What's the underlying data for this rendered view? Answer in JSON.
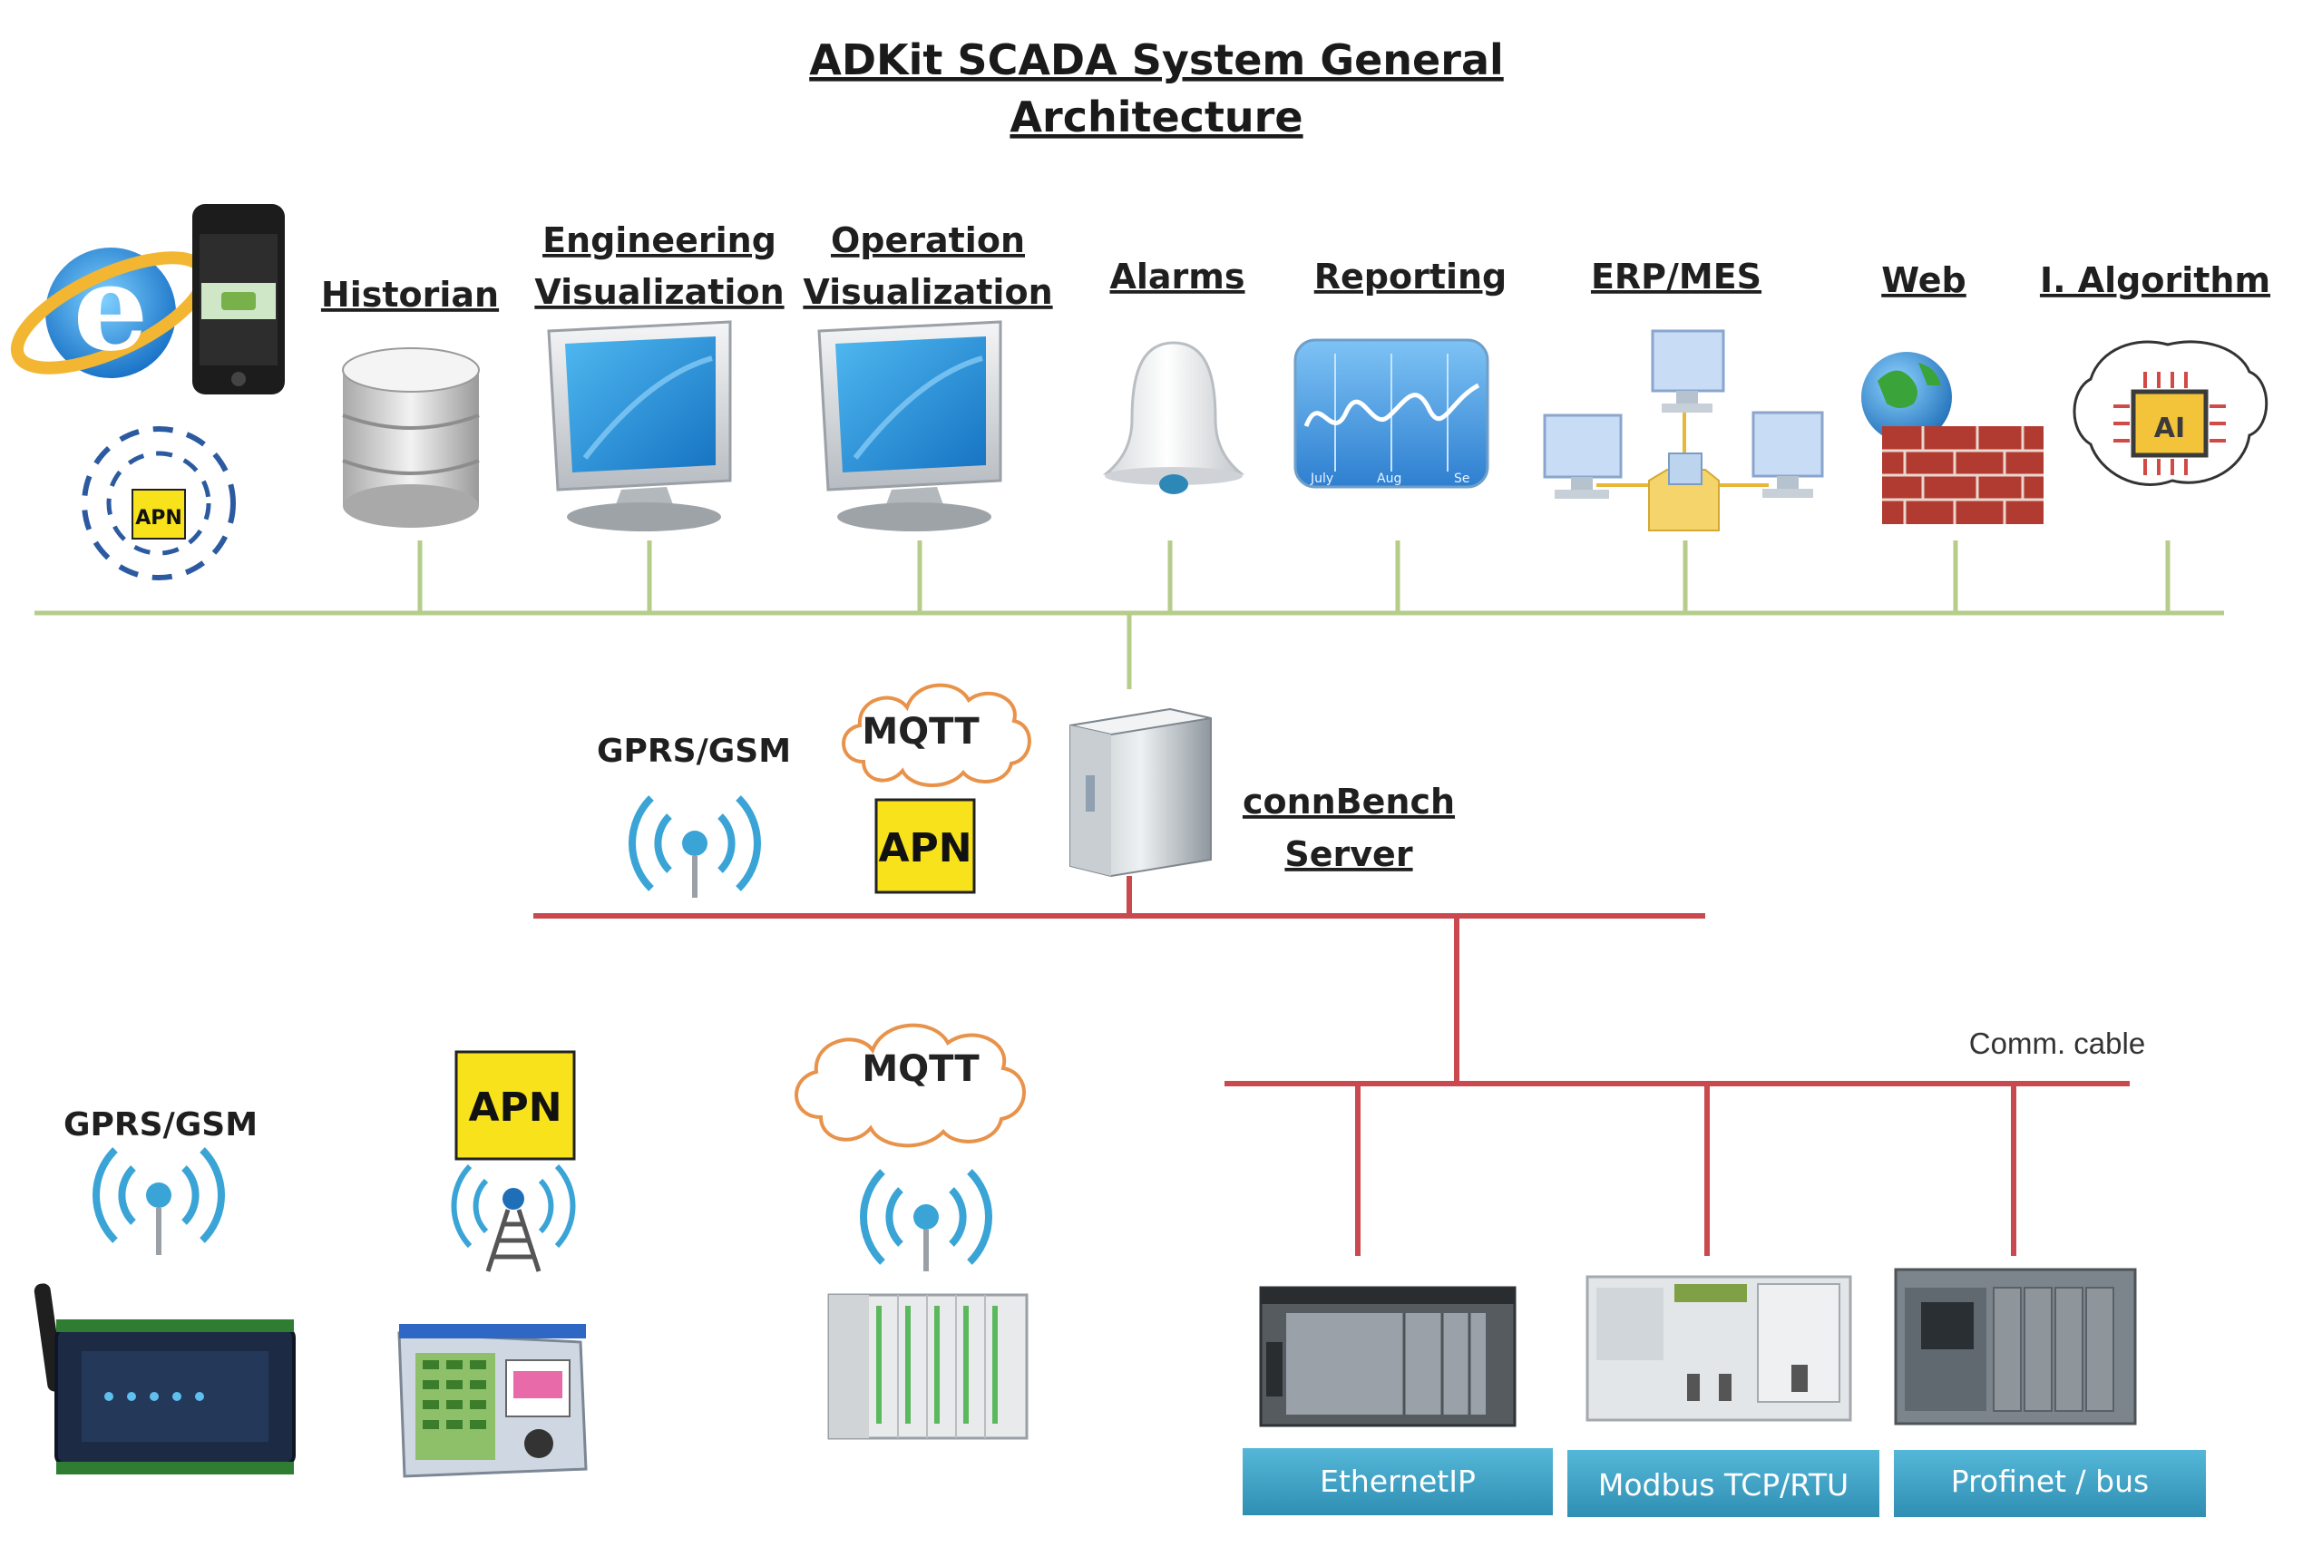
{
  "title": {
    "line1": "ADKit SCADA System General",
    "line2": "Architecture"
  },
  "top_nodes": {
    "historian": "Historian",
    "engineering": {
      "line1": "Engineering",
      "line2": "Visualization"
    },
    "operation": {
      "line1": "Operation",
      "line2": "Visualization"
    },
    "alarms": "Alarms",
    "reporting": "Reporting",
    "erp": "ERP/MES",
    "web": "Web",
    "algorithm": "I. Algorithm",
    "apn_small": "APN",
    "ai_chip": "AI"
  },
  "server": {
    "line1": "connBench",
    "line2": "Server"
  },
  "middle": {
    "gprs_label": "GPRS/GSM",
    "mqtt_label": "MQTT",
    "apn_label": "APN"
  },
  "bottom": {
    "gprs_label": "GPRS/GSM",
    "apn_label": "APN",
    "mqtt_label": "MQTT",
    "cable_label": "Comm. cable",
    "protocols": [
      "EthernetIP",
      "Modbus TCP/RTU",
      "Profinet / bus"
    ]
  },
  "icons": [
    "internet-explorer-icon",
    "smartphone-icon",
    "apn-network-icon",
    "database-icon",
    "monitor-icon",
    "bell-icon",
    "chart-icon",
    "network-computers-icon",
    "firewall-globe-icon",
    "ai-chip-icon",
    "server-icon",
    "wireless-signal-icon",
    "cloud-icon",
    "radio-tower-icon",
    "rtu-device-icon",
    "controller-panel-icon",
    "io-module-icon",
    "plc-icon"
  ],
  "colors": {
    "upper_bus": "#b5cc8a",
    "lower_bus": "#c9494e",
    "protocol_button": "#3ea3c5",
    "apn_badge": "#f7e21b",
    "wireless": "#3aa4d6",
    "cloud_outline": "#e8924a"
  }
}
